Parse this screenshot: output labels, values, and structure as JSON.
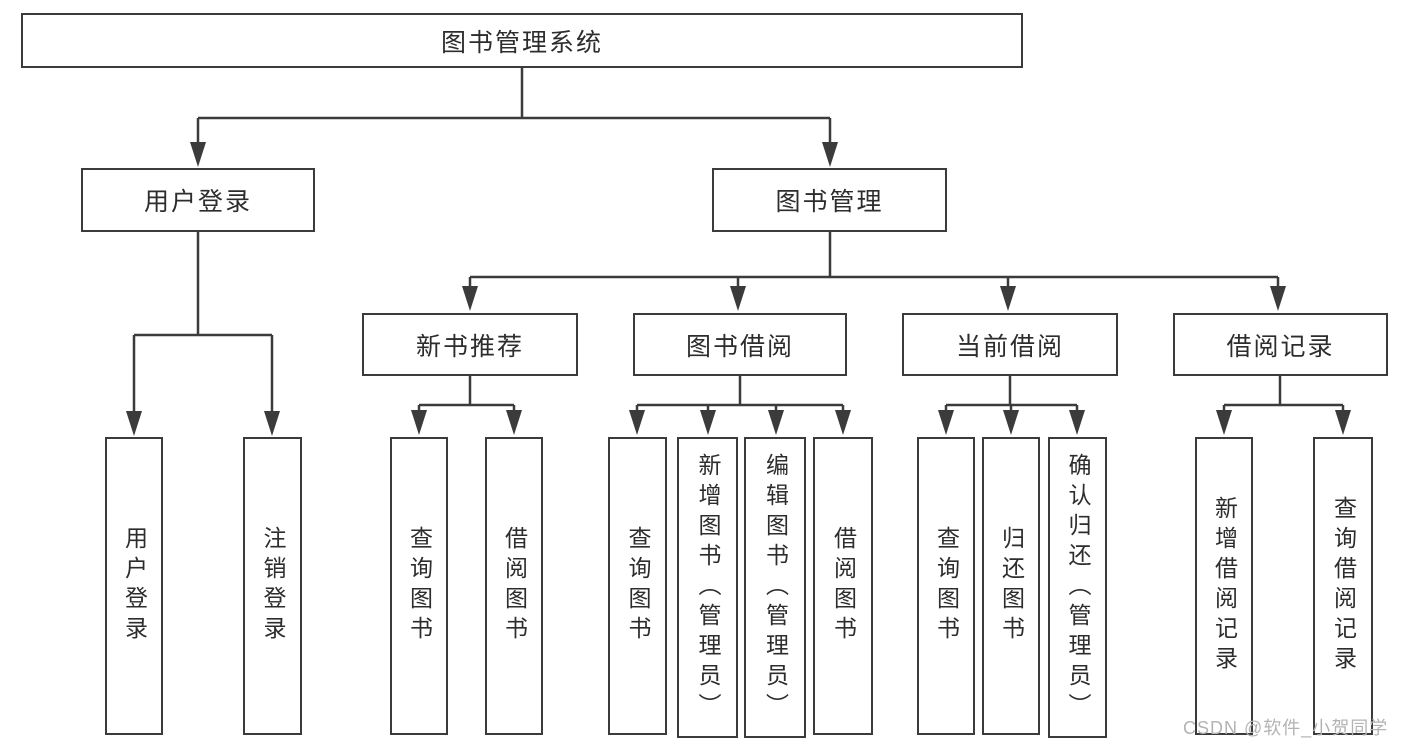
{
  "nodes": {
    "root": "图书管理系统",
    "user_login": "用户登录",
    "book_management": "图书管理",
    "new_book_recommend": "新书推荐",
    "book_borrow": "图书借阅",
    "current_borrow": "当前借阅",
    "borrow_records": "借阅记录",
    "leaf_user_login": "用户登录",
    "leaf_logout": "注销登录",
    "leaf_nb_query": "查询图书",
    "leaf_nb_borrow": "借阅图书",
    "leaf_bb_query": "查询图书",
    "leaf_bb_add": "新增图书（管理员）",
    "leaf_bb_edit": "编辑图书（管理员）",
    "leaf_bb_borrow": "借阅图书",
    "leaf_cb_query": "查询图书",
    "leaf_cb_return": "归还图书",
    "leaf_cb_confirm": "确认归还（管理员）",
    "leaf_br_add": "新增借阅记录",
    "leaf_br_query": "查询借阅记录"
  },
  "watermark": "CSDN @软件_小贺同学",
  "colors": {
    "line": "#3b3b3b",
    "text": "#2d2d2d",
    "watermark": "#b3b3b3",
    "bg": "#ffffff"
  }
}
